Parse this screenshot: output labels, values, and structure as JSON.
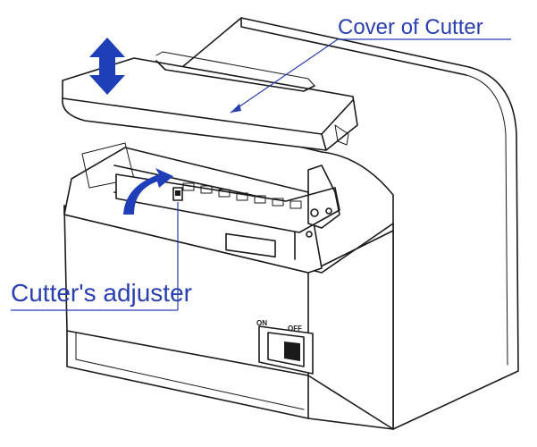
{
  "callouts": {
    "cover": {
      "label": "Cover of Cutter"
    },
    "adjuster": {
      "label": "Cutter's adjuster"
    }
  },
  "switch": {
    "on_label": "ON",
    "off_label": "OFF"
  },
  "colors": {
    "callout": "#2a3fb0",
    "arrow": "#1f3fb8",
    "line": "#1a1a1a"
  }
}
